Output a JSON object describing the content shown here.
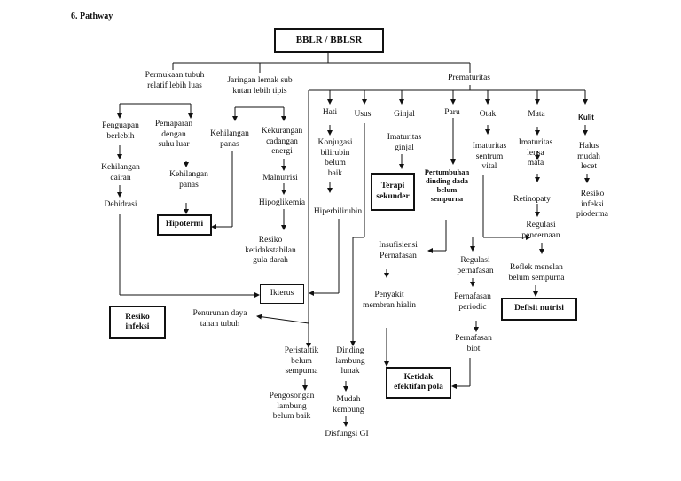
{
  "heading": "6.   Pathway",
  "root": "BBLR / BBLSR",
  "branches": {
    "permukaan": "Permukaan tubuh\nrelatif lebih luas",
    "jaringan": "Jaringan lemak sub\nkutan  lebih tipis",
    "prematuritas": "Prematuritas"
  },
  "nodes": {
    "penguapan": "Penguapan\nberlebih",
    "kehilangan_cairan": "Kehilangan\ncairan",
    "dehidrasi": "Dehidrasi",
    "pemaparan": "Pemaparan\ndengan\nsuhu luar",
    "kehilangan_panas_1": "Kehilangan\npanas",
    "kehilangan_panas_2": "Kehilangan\npanas",
    "kekurangan": "Kekurangan\ncadangan\nenergi",
    "malnutrisi": "Malnutrisi",
    "hipoglikemia": "Hipoglikemia",
    "resiko_ketidakstabilan": "Resiko\nketidakstabilan\ngula darah",
    "hati": "Hati",
    "konjugasi": "Konjugasi\nbilirubin\nbelum\nbaik",
    "hiperbilirubin": "Hiperbilirubin",
    "usus": "Usus",
    "ginjal": "Ginjal",
    "imaturitas_ginjal": "Imaturitas\nginjal",
    "paru": "Paru",
    "pertumbuhan": "Pertumbuhan\ndinding dada\nbelum\nsempurna",
    "insufisiensi": "Insufisiensi\nPernafasan",
    "penyakit_membran": "Penyakit\nmembran hialin",
    "otak": "Otak",
    "imaturitas_sentrum": "Imaturitas\nsentrum\nvital",
    "regulasi_pernafasan": "Regulasi\npernafasan",
    "pernafasan_periodic": "Pernafasan\nperiodic",
    "pernafasan_biot": "Pernafasan\nbiot",
    "mata": "Mata",
    "imaturitas_lensa": "Imaturitas\nlensa\nmata",
    "retinopaty": "Retinopaty",
    "regulasi_pencernaan": "Regulasi\npencernaan",
    "reflek": "Reflek menelan\nbelum sempurna",
    "kulit": "Kulit",
    "halus": "Halus\nmudah\nlecet",
    "resiko_infeksi_pioderma": "Resiko\ninfeksi\npioderma",
    "penurunan": "Penurunan daya\ntahan tubuh",
    "peristaltik": "Peristaltik\nbelum\nsempurna",
    "pengosongan": "Pengosongan\nlambung\nbelum baik",
    "dinding_lambung": "Dinding\nlambung\nlunak",
    "mudah_kembung": "Mudah\nkembung",
    "disfungsi": "Disfungsi GI"
  },
  "diagnoses": {
    "hipotermi": "Hipotermi",
    "terapi": "Terapi\nsekunder",
    "ikterus": "Ikterus",
    "resiko_infeksi": "Resiko\ninfeksi",
    "defisit": "Defisit nutrisi",
    "ketidakefektifan": "Ketidak\nefektifan pola"
  }
}
